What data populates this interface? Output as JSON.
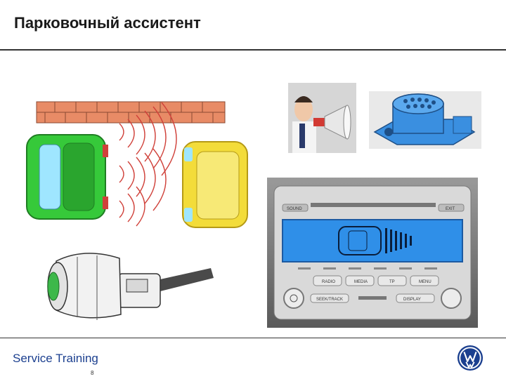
{
  "slide": {
    "title": "Парковочный ассистент",
    "footer_brand": "Service Training",
    "page_number": "8"
  },
  "radio": {
    "btn_sound": "SOUND",
    "btn_exit": "EXIT",
    "btn_radio": "RADIO",
    "btn_media": "MEDIA",
    "btn_tp": "TP",
    "btn_menu": "MENU",
    "btn_seek_track": "SEEK/TRACK",
    "btn_display": "DISPLAY"
  },
  "icons": [
    "vw-logo-icon",
    "brick-wall",
    "green-car",
    "yellow-car",
    "ultrasonic-waves",
    "speaker-man-photo",
    "sensor-module",
    "radio-unit",
    "sensor-connector"
  ],
  "colors": {
    "brand_blue": "#1b3f8f",
    "radio_screen": "#2f8fe8",
    "car_green": "#36c93a",
    "car_yellow": "#f3dc3a",
    "brick": "#e88b66",
    "wave_red": "#d0413a",
    "sensor_blue": "#3a8fe0"
  }
}
